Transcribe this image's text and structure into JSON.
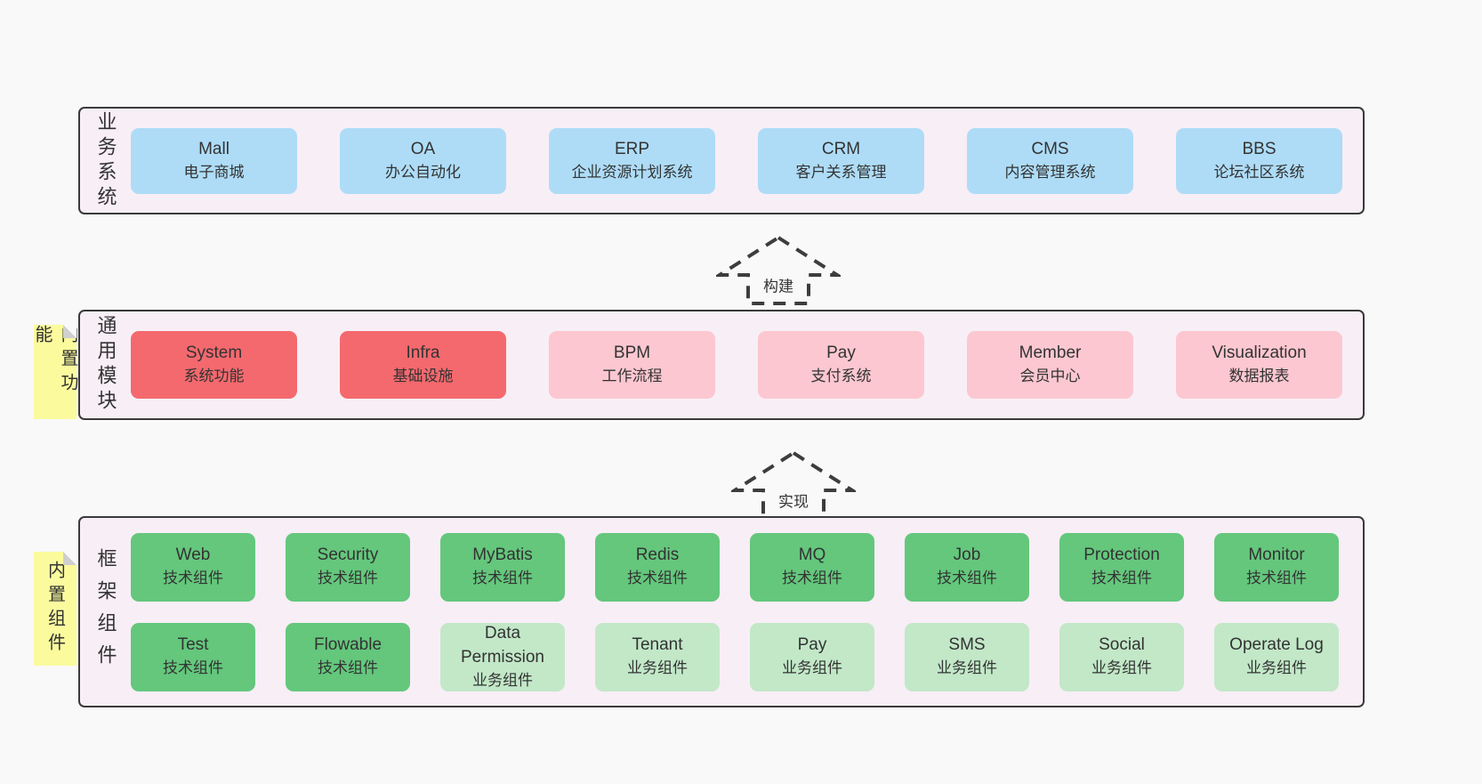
{
  "bands": [
    {
      "label": "业务系统",
      "items": [
        {
          "title": "Mall",
          "subtitle": "电子商城"
        },
        {
          "title": "OA",
          "subtitle": "办公自动化"
        },
        {
          "title": "ERP",
          "subtitle": "企业资源计划系统"
        },
        {
          "title": "CRM",
          "subtitle": "客户关系管理"
        },
        {
          "title": "CMS",
          "subtitle": "内容管理系统"
        },
        {
          "title": "BBS",
          "subtitle": "论坛社区系统"
        }
      ]
    },
    {
      "label": "通用模块",
      "tag": "内置功能",
      "items": [
        {
          "title": "System",
          "subtitle": "系统功能"
        },
        {
          "title": "Infra",
          "subtitle": "基础设施"
        },
        {
          "title": "BPM",
          "subtitle": "工作流程"
        },
        {
          "title": "Pay",
          "subtitle": "支付系统"
        },
        {
          "title": "Member",
          "subtitle": "会员中心"
        },
        {
          "title": "Visualization",
          "subtitle": "数据报表"
        }
      ]
    },
    {
      "label": "框架组件",
      "tag": "内置组件",
      "row1": [
        {
          "title": "Web",
          "subtitle": "技术组件"
        },
        {
          "title": "Security",
          "subtitle": "技术组件"
        },
        {
          "title": "MyBatis",
          "subtitle": "技术组件"
        },
        {
          "title": "Redis",
          "subtitle": "技术组件"
        },
        {
          "title": "MQ",
          "subtitle": "技术组件"
        },
        {
          "title": "Job",
          "subtitle": "技术组件"
        },
        {
          "title": "Protection",
          "subtitle": "技术组件"
        },
        {
          "title": "Monitor",
          "subtitle": "技术组件"
        }
      ],
      "row2": [
        {
          "title": "Test",
          "subtitle": "技术组件"
        },
        {
          "title": "Flowable",
          "subtitle": "技术组件"
        },
        {
          "title": "Data Permission",
          "subtitle": "业务组件"
        },
        {
          "title": "Tenant",
          "subtitle": "业务组件"
        },
        {
          "title": "Pay",
          "subtitle": "业务组件"
        },
        {
          "title": "SMS",
          "subtitle": "业务组件"
        },
        {
          "title": "Social",
          "subtitle": "业务组件"
        },
        {
          "title": "Operate Log",
          "subtitle": "业务组件"
        }
      ]
    }
  ],
  "arrows": [
    {
      "label": "构建"
    },
    {
      "label": "实现"
    }
  ],
  "colors": {
    "page_bg": "#f9f9f9",
    "band_bg": "#f8eef6",
    "band_border": "#3a3a3a",
    "business_box": "#aedcf7",
    "core_module_box": "#f4696e",
    "optional_module_box": "#fcc7d0",
    "tech_component_box": "#64c77c",
    "biz_component_box": "#c2e8c8",
    "sticky_note": "#fbfb9e",
    "text": "#333333"
  }
}
